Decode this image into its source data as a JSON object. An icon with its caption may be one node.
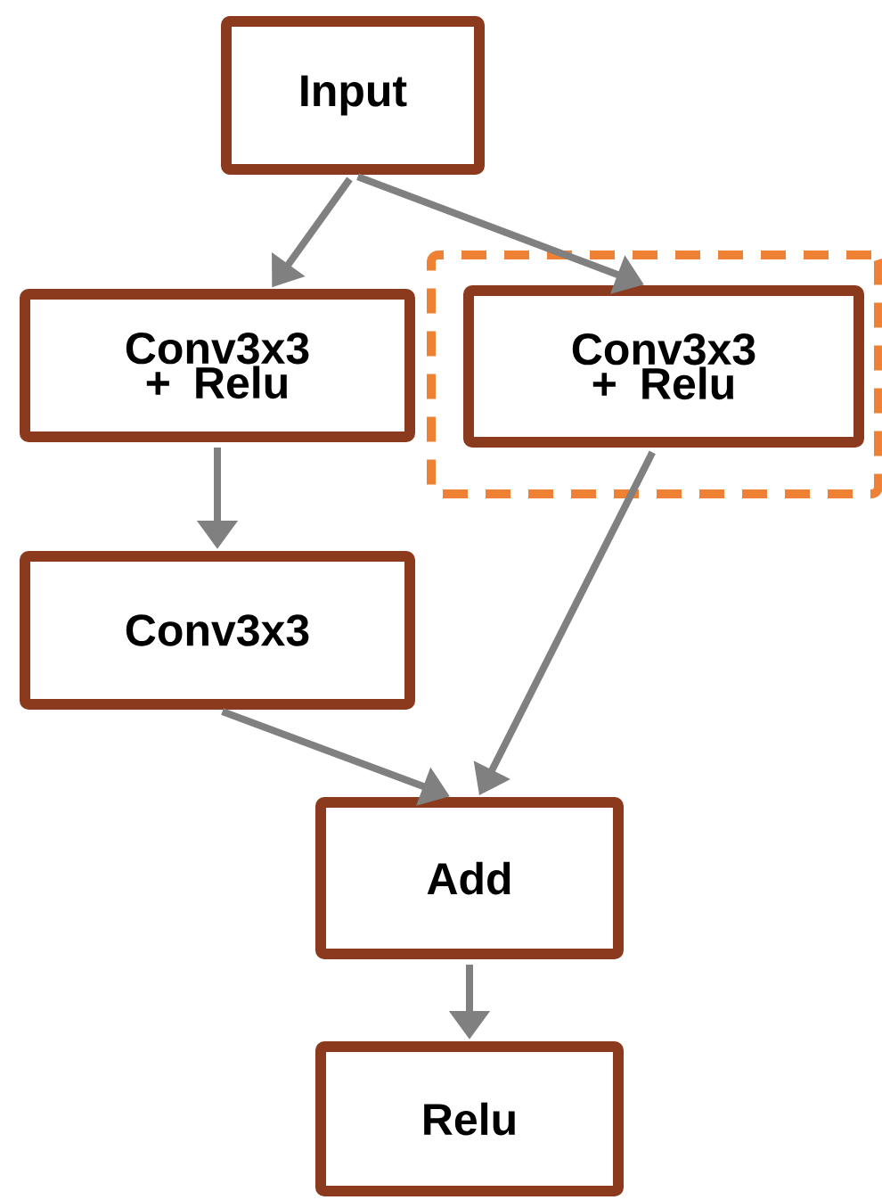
{
  "diagram": {
    "nodes": [
      {
        "text": [
          "Input"
        ]
      },
      {
        "text": [
          "Conv3x3 + Relu"
        ]
      },
      {
        "text": [],
        "shape": "box"
      },
      {
        "text": [
          "Conv3x3 + Relu"
        ],
        "in": 2
      },
      {
        "text": [
          "Conv3x3"
        ]
      },
      {
        "text": [
          "Add"
        ]
      },
      {
        "text": [
          "Relu"
        ]
      }
    ],
    "edges": [
      {
        "from": 0,
        "to": 1,
        "arrow": "to"
      },
      {
        "from": 0,
        "to": 3,
        "arrow": "to"
      },
      {
        "from": 1,
        "to": 4,
        "arrow": "to"
      },
      {
        "from": 4,
        "to": 5,
        "arrow": "to"
      },
      {
        "from": 3,
        "to": 5,
        "arrow": "to"
      },
      {
        "from": 5,
        "to": 6,
        "arrow": "to"
      }
    ]
  }
}
